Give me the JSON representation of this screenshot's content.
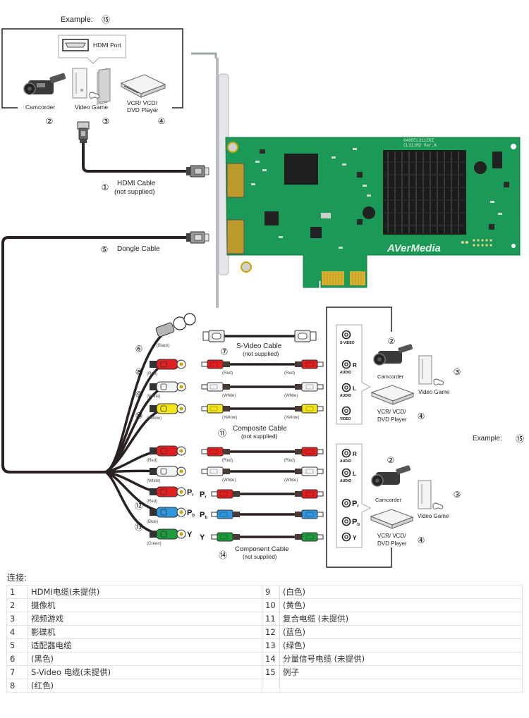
{
  "diagram": {
    "top_example": {
      "example_label": "Example:",
      "example_num": "⑮",
      "port_callout": "HDMI Port",
      "devices": [
        {
          "label": "Camcorder",
          "num": "②"
        },
        {
          "label": "Video Game",
          "num": "③"
        },
        {
          "label_line1": "VCR/ VCD/",
          "label_line2": "DVD Player",
          "num": "④"
        }
      ]
    },
    "hdmi_cable": {
      "num": "①",
      "label": "HDMI Cable",
      "sub": "(not supplied)"
    },
    "dongle_cable": {
      "num": "⑤",
      "label": "Dongle Cable"
    },
    "card": {
      "brand": "AVerMedia",
      "silk_line1": "0405CL311EKE",
      "silk_line2": "CL311M2   Ver.A"
    },
    "dongle_connectors": [
      {
        "num": "⑥",
        "color_label": "(Black)",
        "color": "#9a9a9a"
      },
      {
        "num": "⑧",
        "color_label": "(Red)",
        "color": "#e02020"
      },
      {
        "num": "⑨",
        "color_label": "(White)",
        "color": "#f4f4f4"
      },
      {
        "num": "⑩",
        "color_label": "(Yellow)",
        "color": "#f3e51a"
      },
      {
        "num": "",
        "color_label": "(Red)",
        "color": "#e02020"
      },
      {
        "num": "",
        "color_label": "(White)",
        "color": "#f4f4f4"
      },
      {
        "num": "",
        "color_label": "(Red)",
        "color": "#e02020",
        "tag": "Pr"
      },
      {
        "num": "⑫",
        "color_label": "(Blue)",
        "color": "#2f96db",
        "tag": "Pb"
      },
      {
        "num": "⑬",
        "color_label": "(Green)",
        "color": "#1f9a3c",
        "tag": "Y"
      }
    ],
    "svideo_cable": {
      "num": "⑦",
      "label": "S-Video Cable",
      "sub": "(not supplied)"
    },
    "composite_cable": {
      "num": "⑪",
      "label": "Composite Cable",
      "sub": "(not supplied)",
      "wires": [
        {
          "left": "(Red)",
          "right": "(Red)",
          "color": "#e02020"
        },
        {
          "left": "(White)",
          "right": "(White)",
          "color": "#f4f4f4"
        },
        {
          "left": "(Yellow)",
          "right": "(Yellow)",
          "color": "#f3e51a"
        }
      ]
    },
    "audio_cable": {
      "wires": [
        {
          "left": "(Red)",
          "right": "(Red)",
          "color": "#e02020"
        },
        {
          "left": "(White)",
          "right": "(White)",
          "color": "#f4f4f4"
        }
      ]
    },
    "component_cable": {
      "num": "⑭",
      "label": "Component Cable",
      "sub": "(not supplied)",
      "wires": [
        {
          "tag": "Pr",
          "color": "#e02020"
        },
        {
          "tag": "Pb",
          "color": "#2f96db"
        },
        {
          "tag": "Y",
          "color": "#1f9a3c"
        }
      ]
    },
    "right_example": {
      "example_label": "Example:",
      "example_num": "⑮",
      "panel_a_ports": [
        "S-VIDEO",
        "R AUDIO",
        "L AUDIO",
        "VIDEO"
      ],
      "panel_b_ports": [
        "R AUDIO",
        "L AUDIO",
        "Pr",
        "Pb",
        "Y"
      ],
      "camcorder": "Camcorder",
      "video_game": "Video Game",
      "player_line1": "VCR/ VCD/",
      "player_line2": "DVD Player",
      "num_cam": "②",
      "num_game": "③",
      "num_player": "④"
    }
  },
  "legend": {
    "title": "连接:",
    "rows": [
      {
        "n1": "1",
        "t1": "HDMI电缆(未提供)",
        "n2": "9",
        "t2": "(白色)"
      },
      {
        "n1": "2",
        "t1": "摄像机",
        "n2": "10",
        "t2": "(黄色)"
      },
      {
        "n1": "3",
        "t1": "视频游戏",
        "n2": "11",
        "t2": "复合电缆 (未提供)"
      },
      {
        "n1": "4",
        "t1": "影碟机",
        "n2": "12",
        "t2": "(蓝色)"
      },
      {
        "n1": "5",
        "t1": "适配器电缆",
        "n2": "13",
        "t2": "(绿色)"
      },
      {
        "n1": "6",
        "t1": "(黑色)",
        "n2": "14",
        "t2": "分量信号电缆 (未提供)"
      },
      {
        "n1": "7",
        "t1": "S-Video 电缆(未提供)",
        "n2": "15",
        "t2": "例子"
      },
      {
        "n1": "8",
        "t1": "(红色)",
        "n2": "",
        "t2": ""
      }
    ]
  }
}
